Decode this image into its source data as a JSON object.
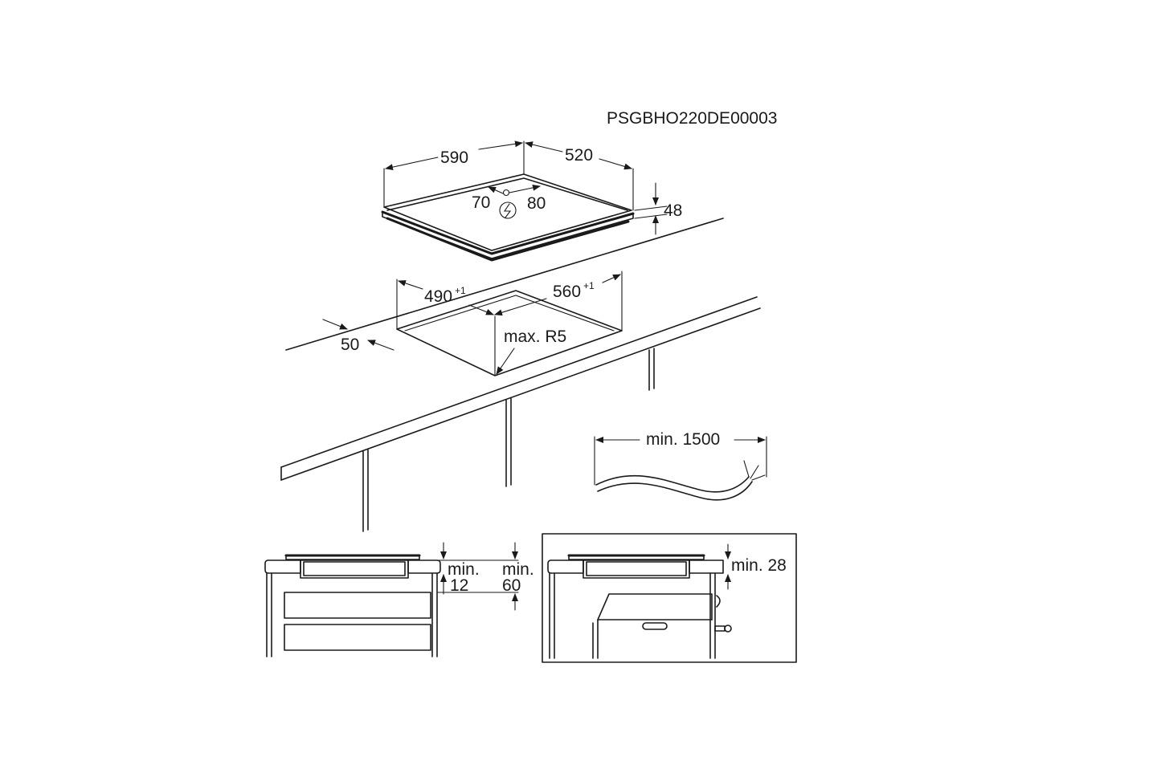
{
  "drawing_code": "PSGBHO220DE00003",
  "hob": {
    "width": "590",
    "depth": "520",
    "height": "48",
    "connection_left": "70",
    "connection_right": "80",
    "power_symbol": "electric-connection-icon"
  },
  "cutout": {
    "depth": "490",
    "depth_tolerance": "+1",
    "width": "560",
    "width_tolerance": "+1",
    "front_distance": "50",
    "corner_radius": "max. R5"
  },
  "cable": {
    "length": "min. 1500"
  },
  "drawer_installation": {
    "clearance_a_prefix": "min.",
    "clearance_a_value": "12",
    "clearance_b_prefix": "min.",
    "clearance_b_value": "60"
  },
  "oven_installation": {
    "clearance": "min. 28"
  },
  "colors": {
    "line": "#1a1a1a",
    "background": "#ffffff"
  }
}
